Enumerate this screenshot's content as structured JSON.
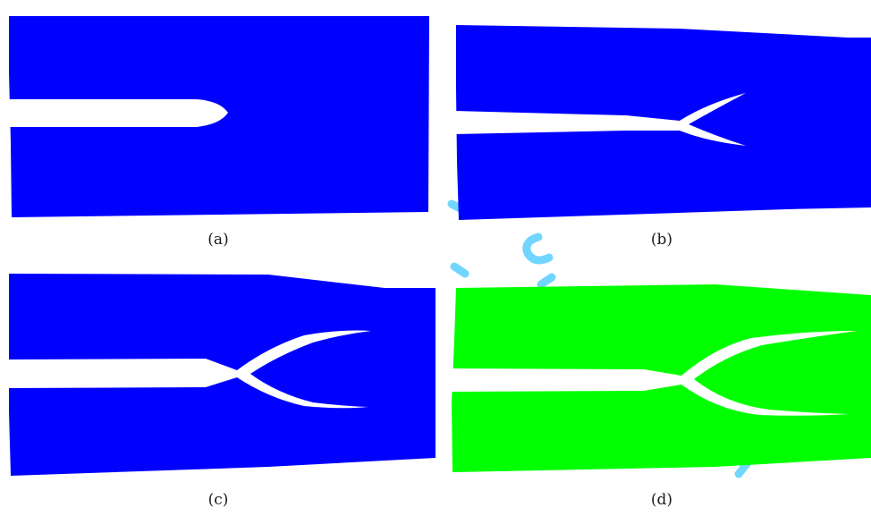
{
  "panels": [
    {
      "id": "a",
      "caption": "(a)",
      "fill_color": "#0000ff"
    },
    {
      "id": "b",
      "caption": "(b)",
      "fill_color": "#0000ff"
    },
    {
      "id": "c",
      "caption": "(c)",
      "fill_color": "#0000ff"
    },
    {
      "id": "d",
      "caption": "(d)",
      "fill_color": "#00ff00"
    }
  ],
  "colors": {
    "background": "#ffffff",
    "watermark": "#00b4ff"
  }
}
